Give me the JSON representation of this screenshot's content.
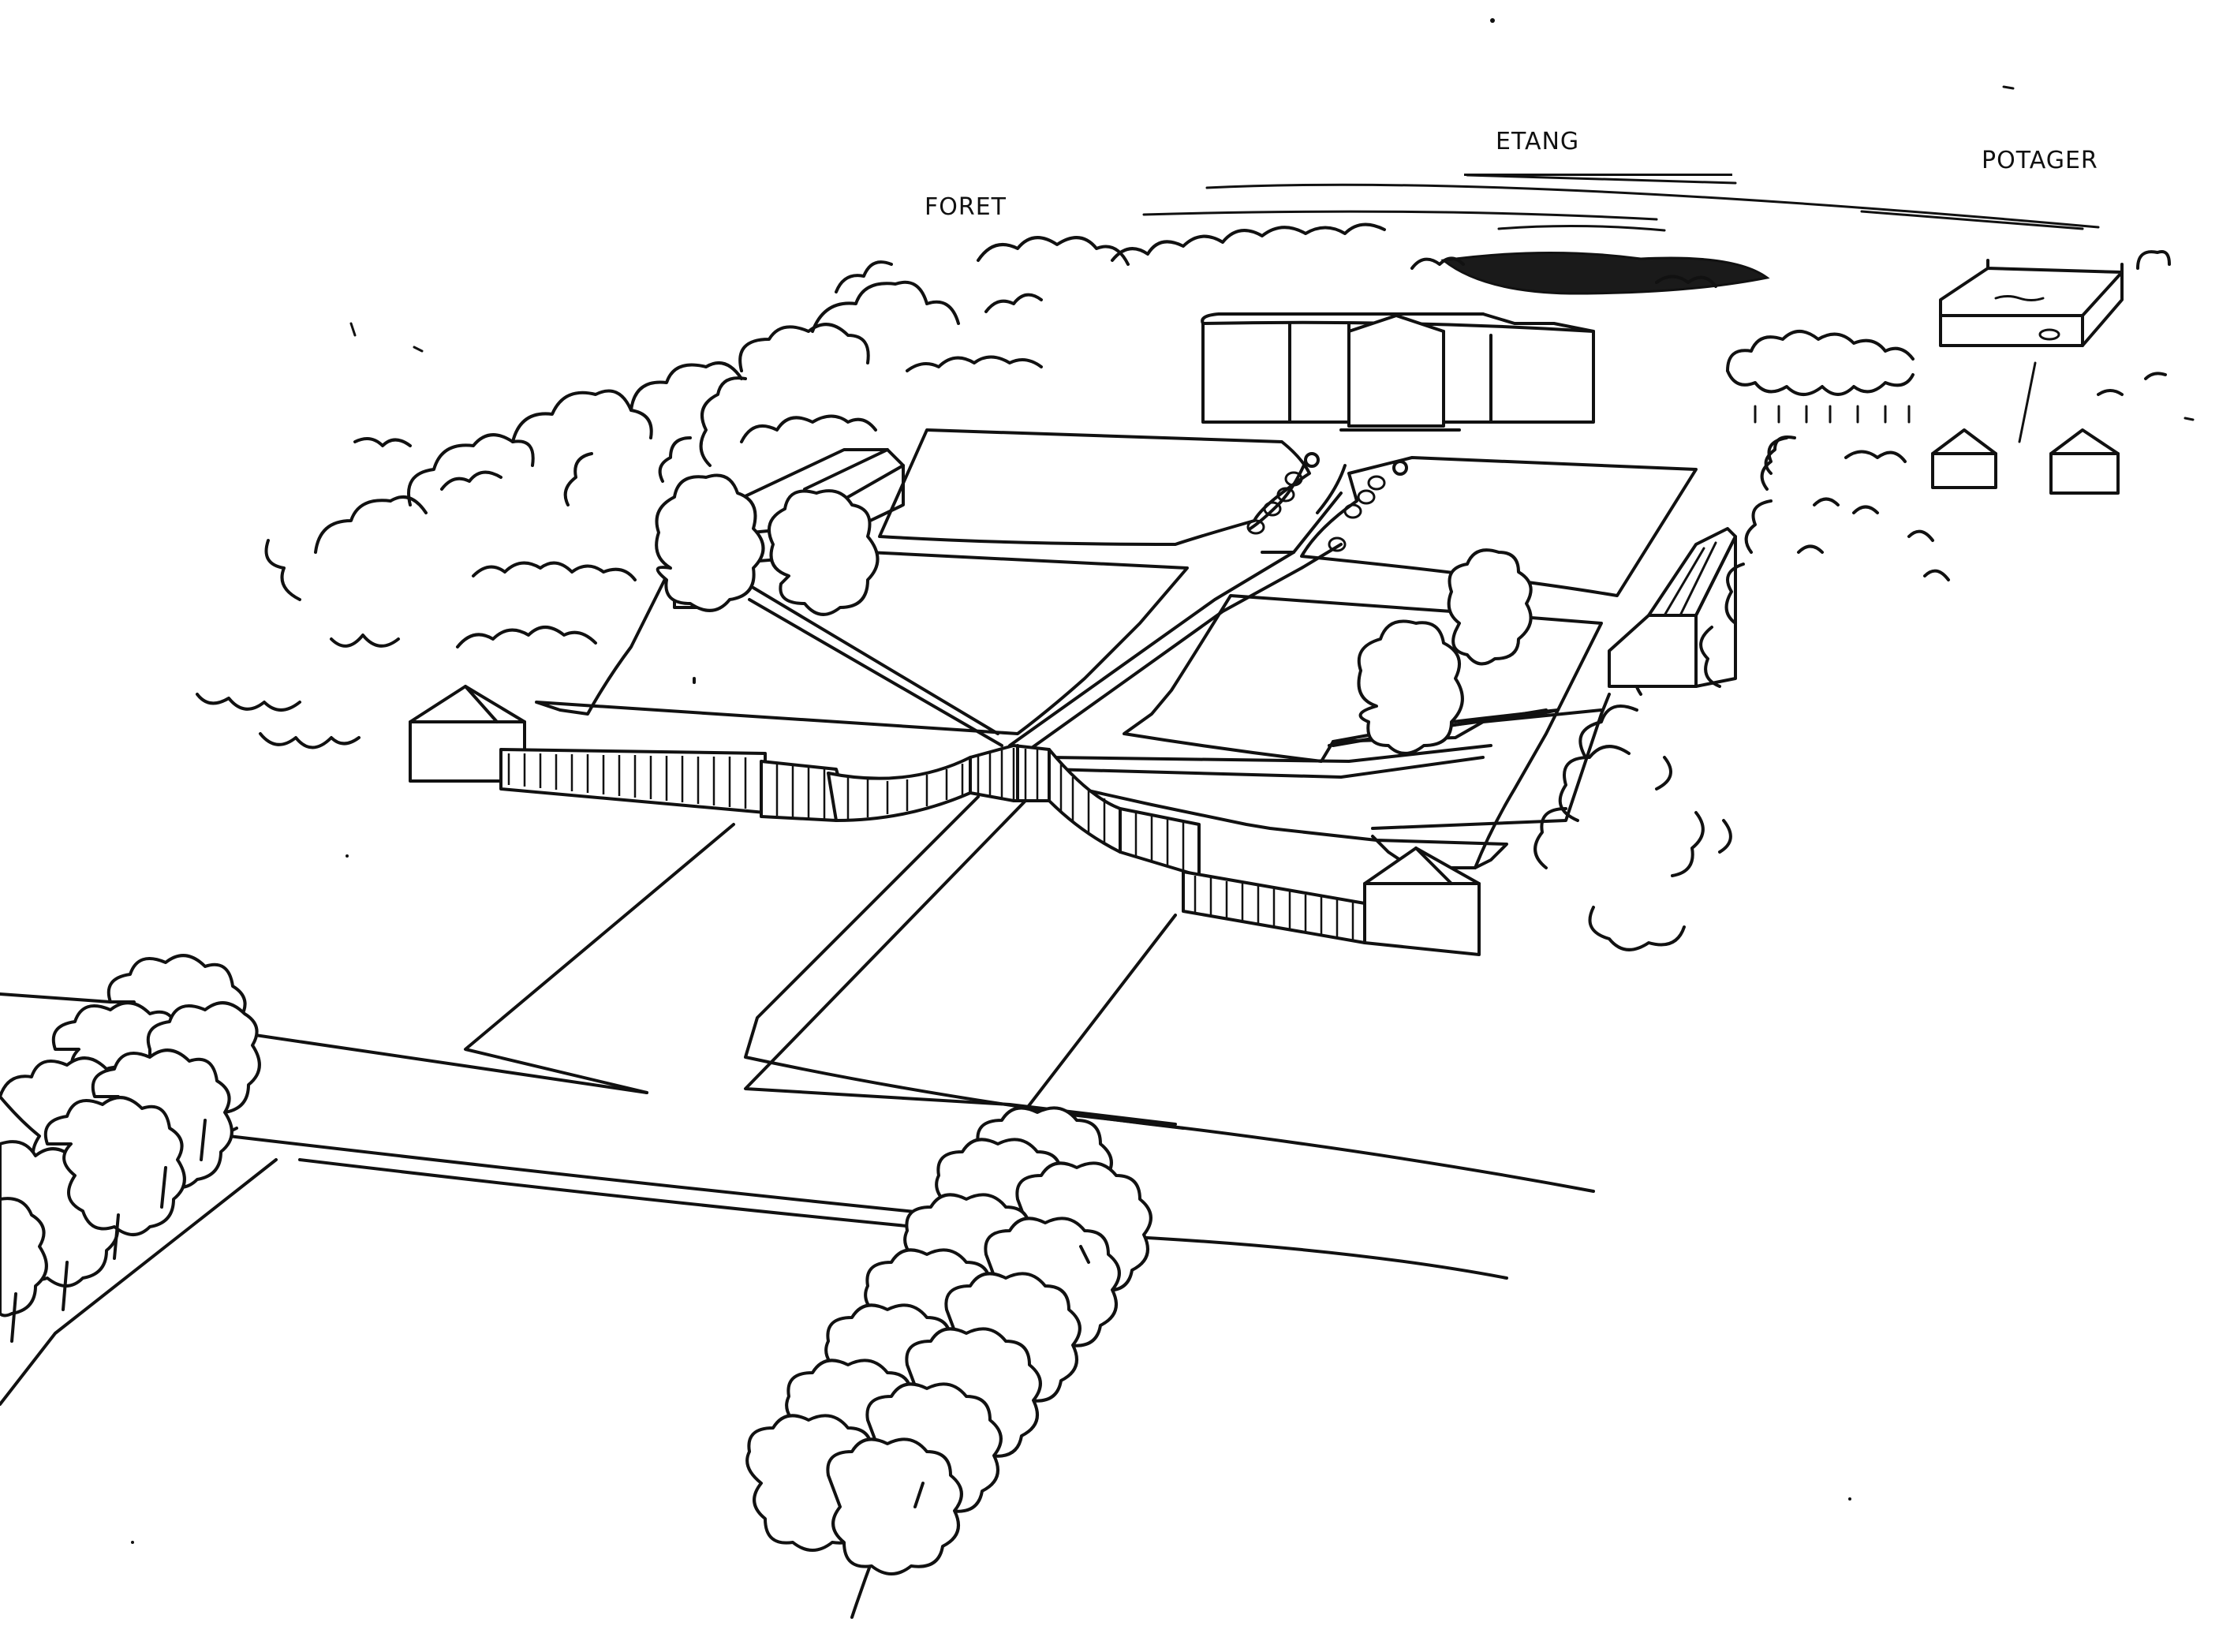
{
  "labels": {
    "forest": "FORET",
    "pond": "ETANG",
    "kitchen_garden": "POTAGER"
  },
  "colors": {
    "ink": "#111111",
    "paper": "#ffffff"
  }
}
